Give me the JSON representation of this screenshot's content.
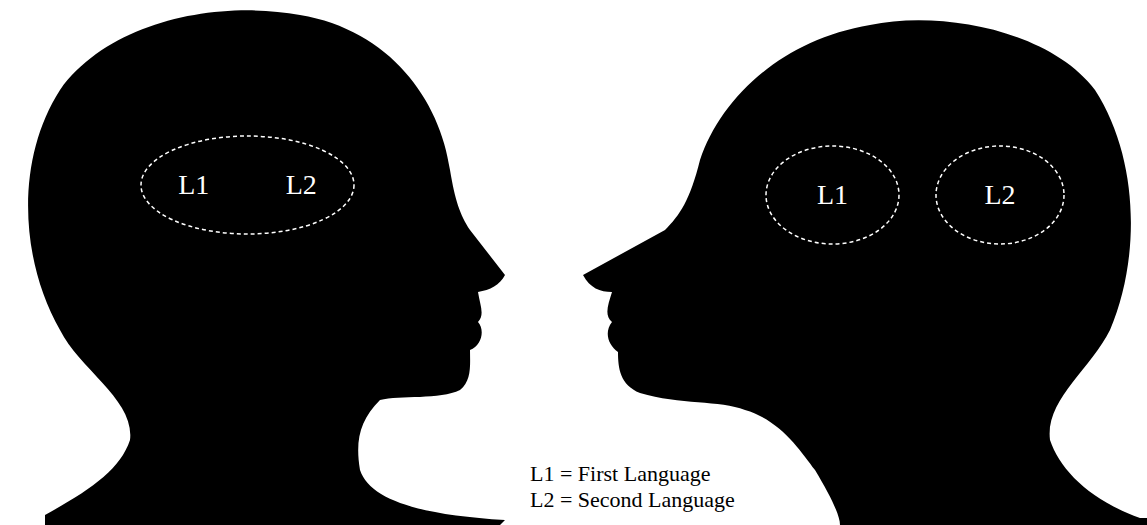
{
  "diagram": {
    "nodes": [
      {
        "text": [
          "L1",
          "L2"
        ]
      },
      {
        "text": [
          "L1"
        ]
      },
      {
        "text": [
          "L2"
        ]
      }
    ],
    "labels": [
      "L1 = First Language",
      "L2 = Second Language"
    ]
  }
}
